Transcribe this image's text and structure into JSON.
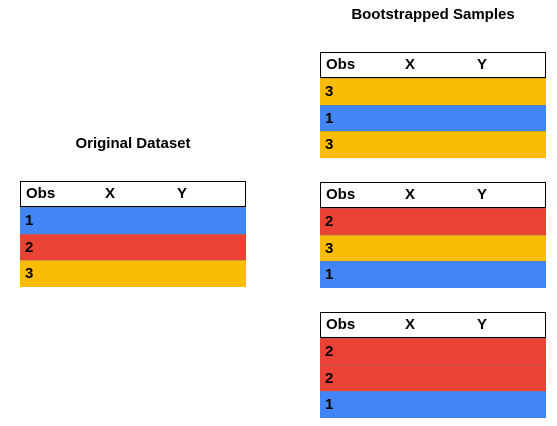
{
  "colors": {
    "1": "#4285f4",
    "2": "#ea4335",
    "3": "#fbbc05"
  },
  "original": {
    "title": "Original Dataset",
    "headers": {
      "obs": "Obs",
      "x": "X",
      "y": "Y"
    },
    "rows": [
      "1",
      "2",
      "3"
    ]
  },
  "bootstrap": {
    "title": "Bootstrapped Samples",
    "samples": [
      {
        "headers": {
          "obs": "Obs",
          "x": "X",
          "y": "Y"
        },
        "rows": [
          "3",
          "1",
          "3"
        ]
      },
      {
        "headers": {
          "obs": "Obs",
          "x": "X",
          "y": "Y"
        },
        "rows": [
          "2",
          "3",
          "1"
        ]
      },
      {
        "headers": {
          "obs": "Obs",
          "x": "X",
          "y": "Y"
        },
        "rows": [
          "2",
          "2",
          "1"
        ]
      }
    ]
  }
}
